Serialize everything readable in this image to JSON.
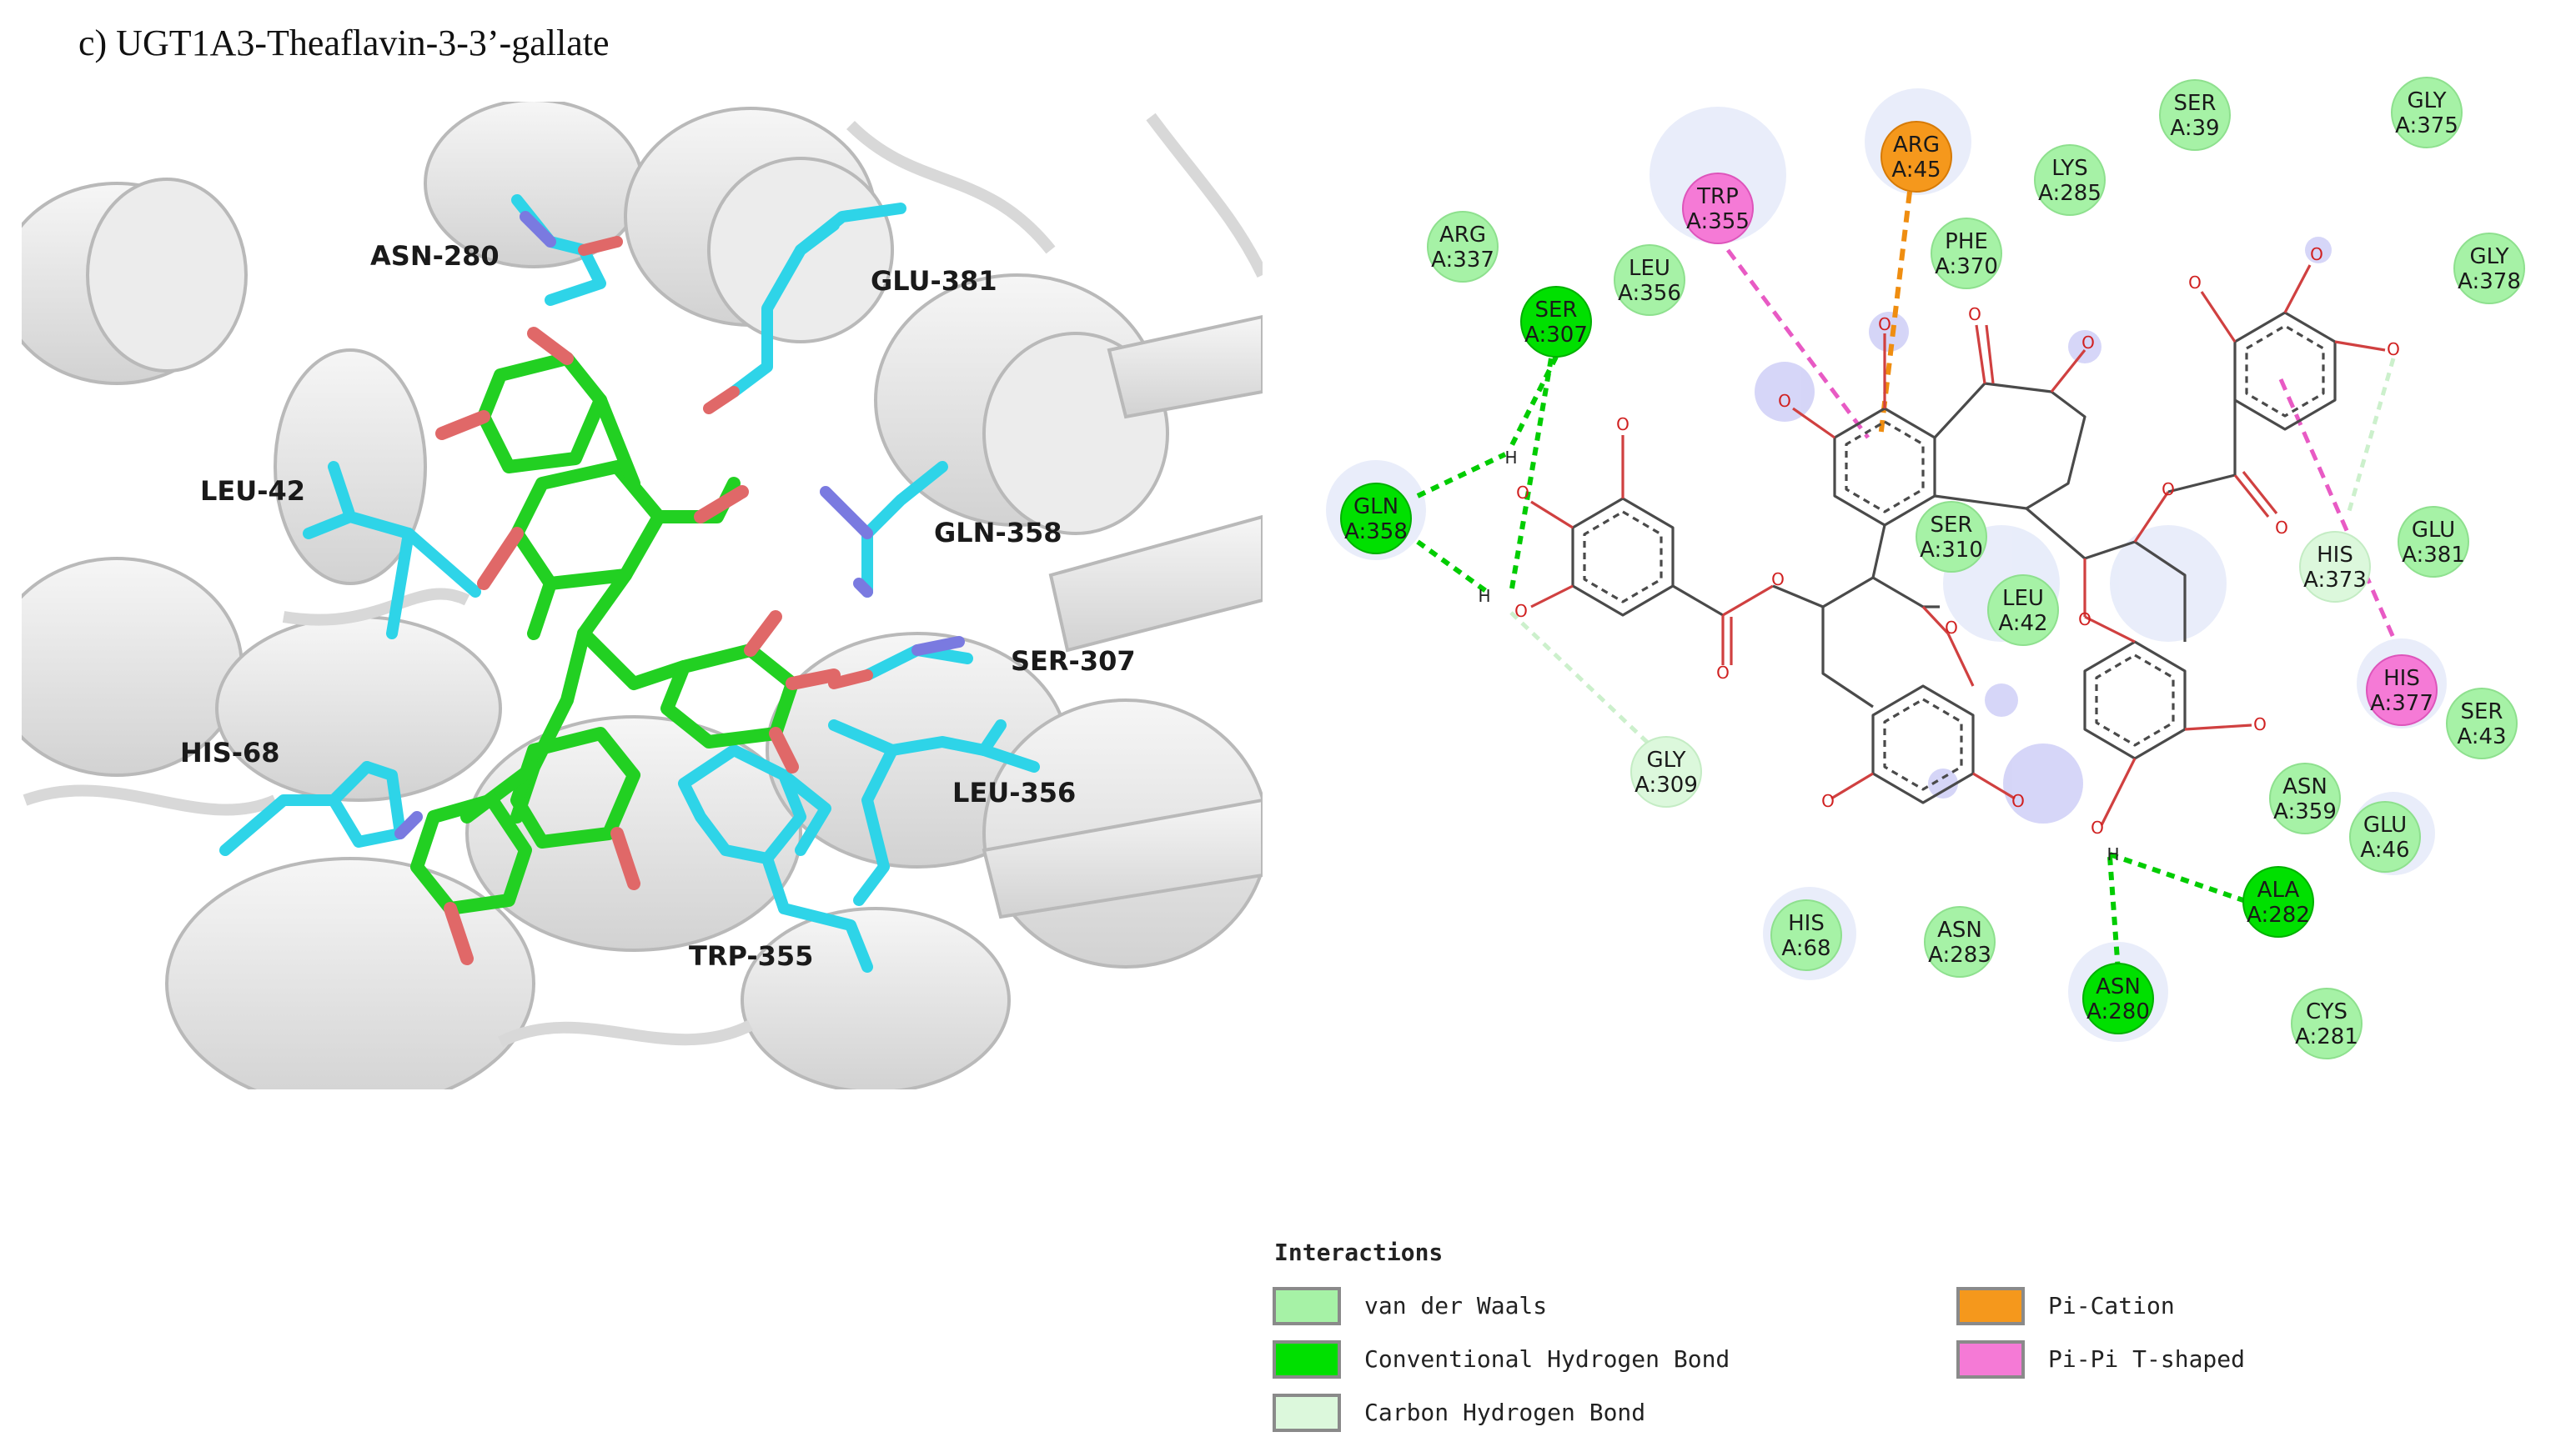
{
  "panel_title": "c) UGT1A3-Theaflavin-3-3’-gallate",
  "colors": {
    "vdw": "#a6f2a6",
    "conv_hbond": "#00e000",
    "carbon_hbond": "#dcf8dc",
    "pi_cation": "#f5981c",
    "pi_pi_t": "#f57ad6",
    "ligand_3d": "#22d022",
    "residue_3d": "#2ed4e8",
    "protein_ribbon": "#dcdcdc"
  },
  "left_labels": [
    {
      "text": "ASN-280"
    },
    {
      "text": "GLU-381"
    },
    {
      "text": "LEU-42"
    },
    {
      "text": "GLN-358"
    },
    {
      "text": "SER-307"
    },
    {
      "text": "HIS-68"
    },
    {
      "text": "LEU-356"
    },
    {
      "text": "TRP-355"
    }
  ],
  "residues": [
    {
      "name": "ARG",
      "id": "A:45",
      "type": "pi_cation"
    },
    {
      "name": "TRP",
      "id": "A:355",
      "type": "pi_pi_t"
    },
    {
      "name": "SER",
      "id": "A:39",
      "type": "vdw"
    },
    {
      "name": "GLY",
      "id": "A:375",
      "type": "vdw"
    },
    {
      "name": "LYS",
      "id": "A:285",
      "type": "vdw"
    },
    {
      "name": "ARG",
      "id": "A:337",
      "type": "vdw"
    },
    {
      "name": "PHE",
      "id": "A:370",
      "type": "vdw"
    },
    {
      "name": "LEU",
      "id": "A:356",
      "type": "vdw"
    },
    {
      "name": "GLY",
      "id": "A:378",
      "type": "vdw"
    },
    {
      "name": "SER",
      "id": "A:307",
      "type": "conv_hbond"
    },
    {
      "name": "GLN",
      "id": "A:358",
      "type": "conv_hbond"
    },
    {
      "name": "SER",
      "id": "A:310",
      "type": "vdw"
    },
    {
      "name": "GLU",
      "id": "A:381",
      "type": "vdw"
    },
    {
      "name": "HIS",
      "id": "A:373",
      "type": "carbon_hbond"
    },
    {
      "name": "LEU",
      "id": "A:42",
      "type": "vdw"
    },
    {
      "name": "HIS",
      "id": "A:377",
      "type": "pi_pi_t"
    },
    {
      "name": "SER",
      "id": "A:43",
      "type": "vdw"
    },
    {
      "name": "GLY",
      "id": "A:309",
      "type": "carbon_hbond"
    },
    {
      "name": "ASN",
      "id": "A:359",
      "type": "vdw"
    },
    {
      "name": "GLU",
      "id": "A:46",
      "type": "vdw"
    },
    {
      "name": "ALA",
      "id": "A:282",
      "type": "conv_hbond"
    },
    {
      "name": "HIS",
      "id": "A:68",
      "type": "vdw"
    },
    {
      "name": "ASN",
      "id": "A:283",
      "type": "vdw"
    },
    {
      "name": "ASN",
      "id": "A:280",
      "type": "conv_hbond"
    },
    {
      "name": "CYS",
      "id": "A:281",
      "type": "vdw"
    }
  ],
  "atom_labels": {
    "oxygen": "O",
    "hydrogen": "H"
  },
  "legend": {
    "title": "Interactions",
    "items": [
      {
        "label": "van der Waals",
        "type": "vdw"
      },
      {
        "label": "Conventional Hydrogen Bond",
        "type": "conv_hbond"
      },
      {
        "label": "Carbon Hydrogen Bond",
        "type": "carbon_hbond"
      },
      {
        "label": "Pi-Cation",
        "type": "pi_cation"
      },
      {
        "label": "Pi-Pi T-shaped",
        "type": "pi_pi_t"
      }
    ]
  }
}
